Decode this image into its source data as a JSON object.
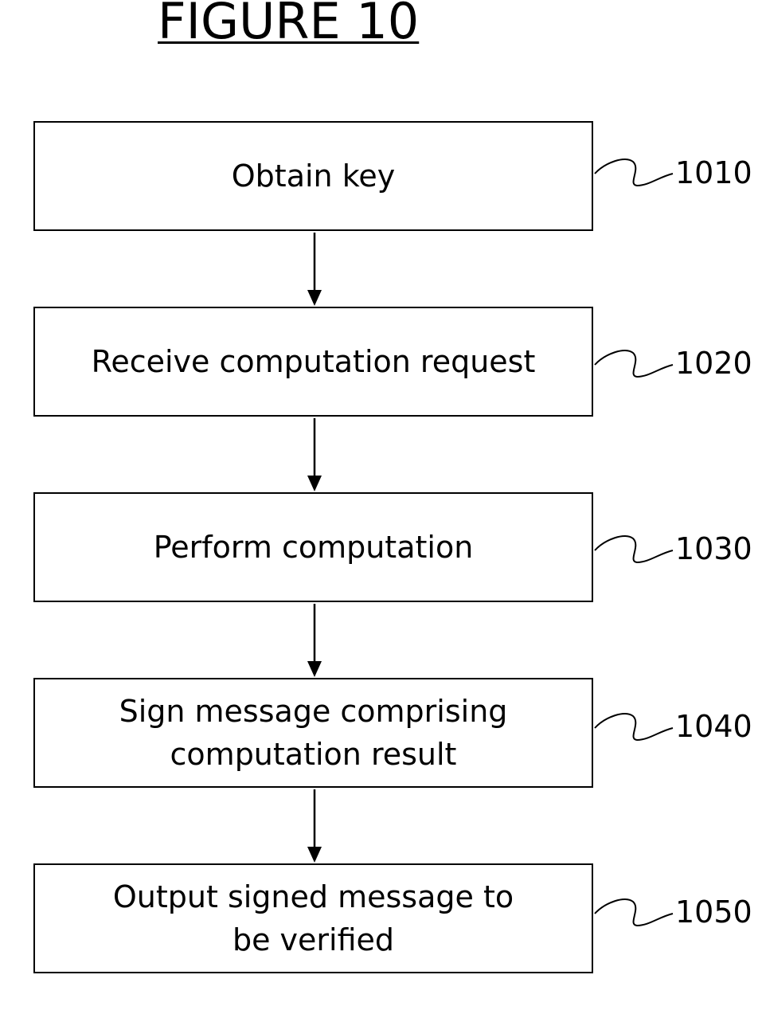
{
  "figure": {
    "title": "FIGURE 10"
  },
  "steps": [
    {
      "label": "Obtain key",
      "ref": "1010"
    },
    {
      "label": "Receive computation request",
      "ref": "1020"
    },
    {
      "label": "Perform computation",
      "ref": "1030"
    },
    {
      "label": "Sign message comprising computation result",
      "ref": "1040"
    },
    {
      "label": "Output signed message to be verified",
      "ref": "1050"
    }
  ]
}
